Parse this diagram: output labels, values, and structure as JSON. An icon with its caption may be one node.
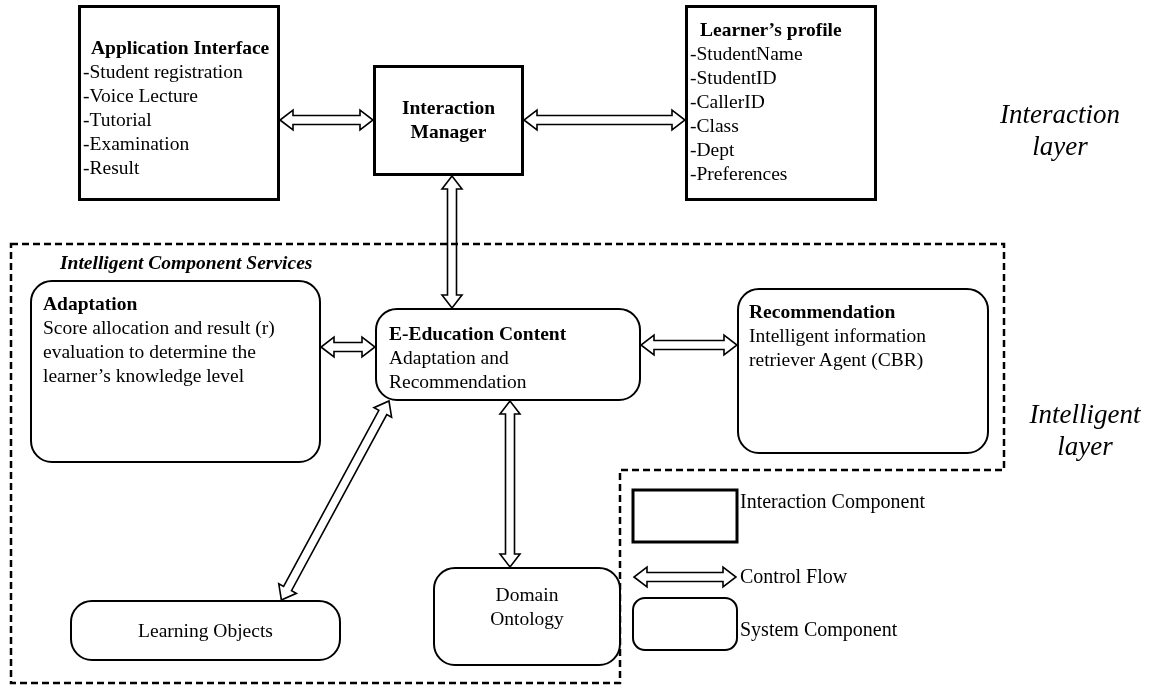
{
  "diagram": {
    "nodes": [
      {
        "text": [
          "Application Interface",
          "-Student registration",
          "-Voice Lecture",
          "-Tutorial",
          "-Examination",
          "-Result"
        ]
      },
      {
        "text": [
          "Interaction Manager"
        ]
      },
      {
        "text": [
          "Learner’s profile",
          "-StudentName",
          "-StudentID",
          "-CallerID",
          "-Class",
          "-Dept",
          "-Preferences"
        ]
      },
      {
        "text": [
          "Intelligent Component Services"
        ]
      },
      {
        "text": [
          "Adaptation",
          "Score allocation and result (r) evaluation  to determine the learner’s knowledge level"
        ],
        "in": 3
      },
      {
        "text": [
          "E-Education Content",
          "Adaptation and Recommendation"
        ],
        "in": 3
      },
      {
        "text": [
          "Recommendation",
          "Intelligent information retriever Agent (CBR)"
        ],
        "in": 3
      },
      {
        "text": [
          "Learning Objects"
        ],
        "in": 3
      },
      {
        "text": [
          "Domain Ontology"
        ],
        "in": 3
      }
    ],
    "edges": [
      {
        "from": 0,
        "to": 1,
        "arrow": "both"
      },
      {
        "from": 1,
        "to": 2,
        "arrow": "both"
      },
      {
        "from": 1,
        "to": 5,
        "arrow": "both"
      },
      {
        "from": 4,
        "to": 5,
        "arrow": "both"
      },
      {
        "from": 5,
        "to": 6,
        "arrow": "both"
      },
      {
        "from": 7,
        "to": 5,
        "arrow": "both"
      },
      {
        "from": 5,
        "to": 8,
        "arrow": "both"
      }
    ],
    "labels": [
      "Interaction layer",
      "Intelligent layer"
    ],
    "legend": [
      {
        "text": "Interaction Component"
      },
      {
        "text": "Control Flow"
      },
      {
        "text": "System Component"
      }
    ]
  }
}
